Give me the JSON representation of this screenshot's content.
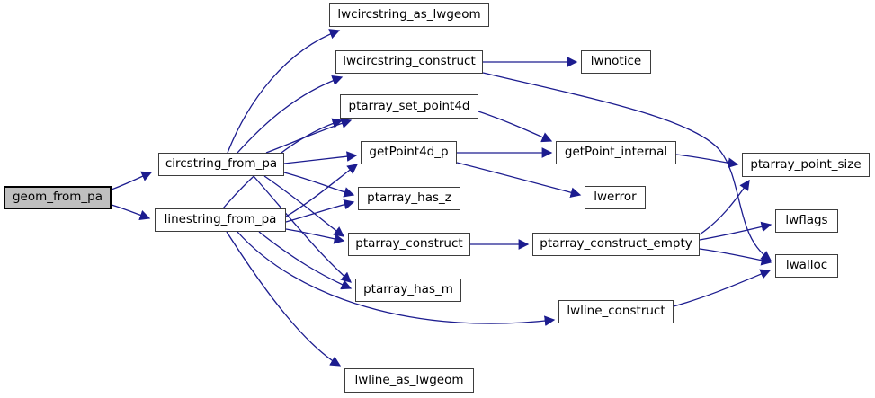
{
  "diagram": {
    "type": "doxygen-call-graph",
    "highlighted_node": "geom_from_pa",
    "colors": {
      "edge": "#1c1c8f",
      "node_border": "#3d3d3d",
      "node_fill": "#ffffff",
      "node_text": "#000000",
      "highlight_fill": "#bfbfbf",
      "highlight_border": "#000000",
      "background": "#ffffff"
    },
    "nodes": [
      {
        "id": "geom_from_pa",
        "label": "geom_from_pa"
      },
      {
        "id": "circstring_from_pa",
        "label": "circstring_from_pa"
      },
      {
        "id": "linestring_from_pa",
        "label": "linestring_from_pa"
      },
      {
        "id": "lwcircstring_as_lwgeom",
        "label": "lwcircstring_as_lwgeom"
      },
      {
        "id": "lwcircstring_construct",
        "label": "lwcircstring_construct"
      },
      {
        "id": "lwnotice",
        "label": "lwnotice"
      },
      {
        "id": "ptarray_set_point4d",
        "label": "ptarray_set_point4d"
      },
      {
        "id": "getPoint4d_p",
        "label": "getPoint4d_p"
      },
      {
        "id": "getPoint_internal",
        "label": "getPoint_internal"
      },
      {
        "id": "ptarray_point_size",
        "label": "ptarray_point_size"
      },
      {
        "id": "ptarray_has_z",
        "label": "ptarray_has_z"
      },
      {
        "id": "lwerror",
        "label": "lwerror"
      },
      {
        "id": "ptarray_construct",
        "label": "ptarray_construct"
      },
      {
        "id": "ptarray_construct_empty",
        "label": "ptarray_construct_empty"
      },
      {
        "id": "lwflags",
        "label": "lwflags"
      },
      {
        "id": "lwalloc",
        "label": "lwalloc"
      },
      {
        "id": "ptarray_has_m",
        "label": "ptarray_has_m"
      },
      {
        "id": "lwline_construct",
        "label": "lwline_construct"
      },
      {
        "id": "lwline_as_lwgeom",
        "label": "lwline_as_lwgeom"
      }
    ],
    "edges": [
      {
        "from": "geom_from_pa",
        "to": "circstring_from_pa"
      },
      {
        "from": "geom_from_pa",
        "to": "linestring_from_pa"
      },
      {
        "from": "circstring_from_pa",
        "to": "lwcircstring_as_lwgeom"
      },
      {
        "from": "circstring_from_pa",
        "to": "lwcircstring_construct"
      },
      {
        "from": "circstring_from_pa",
        "to": "ptarray_set_point4d"
      },
      {
        "from": "circstring_from_pa",
        "to": "getPoint4d_p"
      },
      {
        "from": "circstring_from_pa",
        "to": "ptarray_has_z"
      },
      {
        "from": "circstring_from_pa",
        "to": "ptarray_construct"
      },
      {
        "from": "circstring_from_pa",
        "to": "ptarray_has_m"
      },
      {
        "from": "linestring_from_pa",
        "to": "ptarray_set_point4d"
      },
      {
        "from": "linestring_from_pa",
        "to": "getPoint4d_p"
      },
      {
        "from": "linestring_from_pa",
        "to": "ptarray_has_z"
      },
      {
        "from": "linestring_from_pa",
        "to": "ptarray_construct"
      },
      {
        "from": "linestring_from_pa",
        "to": "ptarray_has_m"
      },
      {
        "from": "linestring_from_pa",
        "to": "lwline_construct"
      },
      {
        "from": "linestring_from_pa",
        "to": "lwline_as_lwgeom"
      },
      {
        "from": "lwcircstring_construct",
        "to": "lwnotice"
      },
      {
        "from": "lwcircstring_construct",
        "to": "lwalloc"
      },
      {
        "from": "ptarray_set_point4d",
        "to": "getPoint_internal"
      },
      {
        "from": "getPoint4d_p",
        "to": "getPoint_internal"
      },
      {
        "from": "getPoint4d_p",
        "to": "lwerror"
      },
      {
        "from": "getPoint_internal",
        "to": "ptarray_point_size"
      },
      {
        "from": "ptarray_construct",
        "to": "ptarray_construct_empty"
      },
      {
        "from": "ptarray_construct_empty",
        "to": "ptarray_point_size"
      },
      {
        "from": "ptarray_construct_empty",
        "to": "lwflags"
      },
      {
        "from": "ptarray_construct_empty",
        "to": "lwalloc"
      },
      {
        "from": "lwline_construct",
        "to": "lwalloc"
      }
    ]
  }
}
